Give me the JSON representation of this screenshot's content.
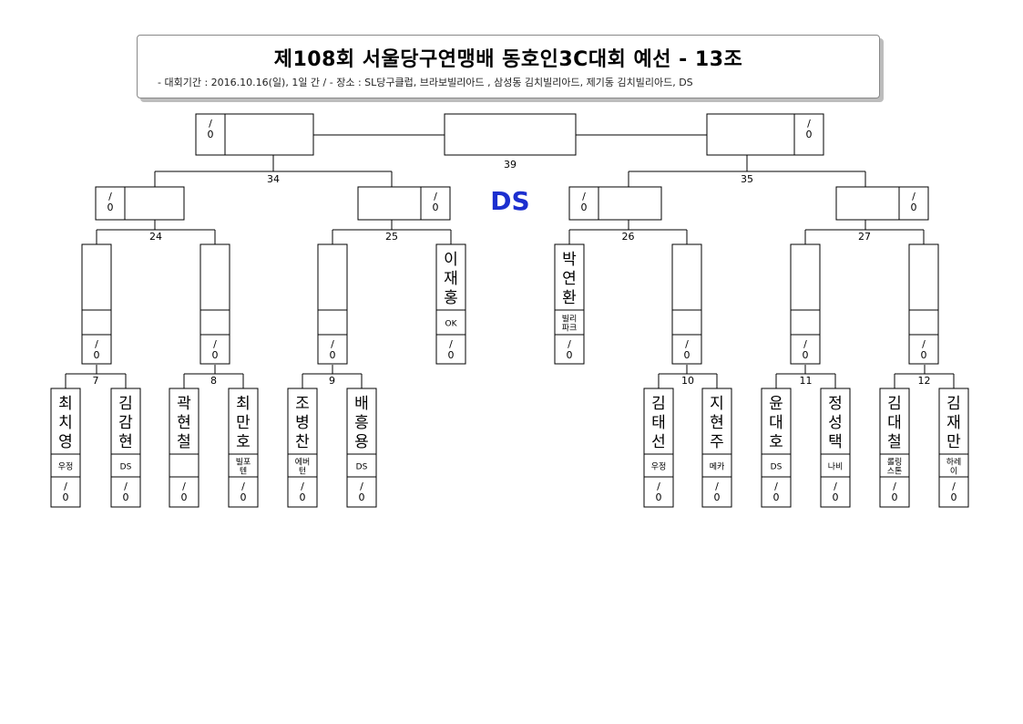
{
  "title": "제108회 서울당구연맹배 동호인3C대회 예선 - 13조",
  "subtitle": "- 대회기간 : 2016.10.16(일), 1일 간 / - 장소 : SL당구클럽, 브라보빌리아드 , 삼성동 김치빌리아드, 제기동 김치빌리아드, DS",
  "center_label": "DS",
  "players": [
    {
      "id": "p1",
      "name": "최치영",
      "club": "우정",
      "score": "/ 0"
    },
    {
      "id": "p2",
      "name": "김감현",
      "club": "DS",
      "score": "/ 0"
    },
    {
      "id": "p3",
      "name": "곽현철",
      "club": "",
      "score": "/ 0"
    },
    {
      "id": "p4",
      "name": "최만호",
      "club": "빌포텐",
      "score": "/ 0"
    },
    {
      "id": "p5",
      "name": "조병찬",
      "club": "에버턴",
      "score": "/ 0"
    },
    {
      "id": "p6",
      "name": "배흥용",
      "club": "DS",
      "score": "/ 0"
    },
    {
      "id": "p7",
      "name": "이재홍",
      "club": "OK",
      "score": "/ 0"
    },
    {
      "id": "p8",
      "name": "박연환",
      "club": "빌리파크",
      "score": "/ 0"
    },
    {
      "id": "p9",
      "name": "김태선",
      "club": "우정",
      "score": "/ 0"
    },
    {
      "id": "p10",
      "name": "지현주",
      "club": "메카",
      "score": "/ 0"
    },
    {
      "id": "p11",
      "name": "윤대호",
      "club": "DS",
      "score": "/ 0"
    },
    {
      "id": "p12",
      "name": "정성택",
      "club": "나비",
      "score": "/ 0"
    },
    {
      "id": "p13",
      "name": "김대철",
      "club": "롤링스톤",
      "score": "/ 0"
    },
    {
      "id": "p14",
      "name": "김재만",
      "club": "하레이",
      "score": "/ 0"
    }
  ],
  "r2_slots": [
    {
      "id": "s24a",
      "name": "",
      "club": "",
      "score": "/ 0"
    },
    {
      "id": "s24b",
      "name": "",
      "club": "",
      "score": "/ 0"
    },
    {
      "id": "s25a",
      "name": "",
      "club": "",
      "score": "/ 0"
    },
    {
      "id": "s26b",
      "name": "",
      "club": "",
      "score": "/ 0"
    },
    {
      "id": "s27a",
      "name": "",
      "club": "",
      "score": "/ 0"
    },
    {
      "id": "s27b",
      "name": "",
      "club": "",
      "score": "/ 0"
    }
  ],
  "semi_slots": [
    {
      "id": "h34a",
      "name": "",
      "score": "/ 0"
    },
    {
      "id": "h34b",
      "name": "",
      "score": "/ 0"
    },
    {
      "id": "h35a",
      "name": "",
      "score": "/ 0"
    },
    {
      "id": "h35b",
      "name": "",
      "score": "/ 0"
    }
  ],
  "final_slots": [
    {
      "id": "f39a",
      "name": "",
      "score": "/ 0"
    },
    {
      "id": "f39b",
      "name": "",
      "score": "/ 0"
    }
  ],
  "winner_box": {
    "label": ""
  },
  "match_numbers": [
    {
      "id": "m7",
      "label": "7"
    },
    {
      "id": "m8",
      "label": "8"
    },
    {
      "id": "m9",
      "label": "9"
    },
    {
      "id": "m10",
      "label": "10"
    },
    {
      "id": "m11",
      "label": "11"
    },
    {
      "id": "m12",
      "label": "12"
    },
    {
      "id": "m24",
      "label": "24"
    },
    {
      "id": "m25",
      "label": "25"
    },
    {
      "id": "m26",
      "label": "26"
    },
    {
      "id": "m27",
      "label": "27"
    },
    {
      "id": "m34",
      "label": "34"
    },
    {
      "id": "m35",
      "label": "35"
    },
    {
      "id": "m39",
      "label": "39"
    }
  ]
}
